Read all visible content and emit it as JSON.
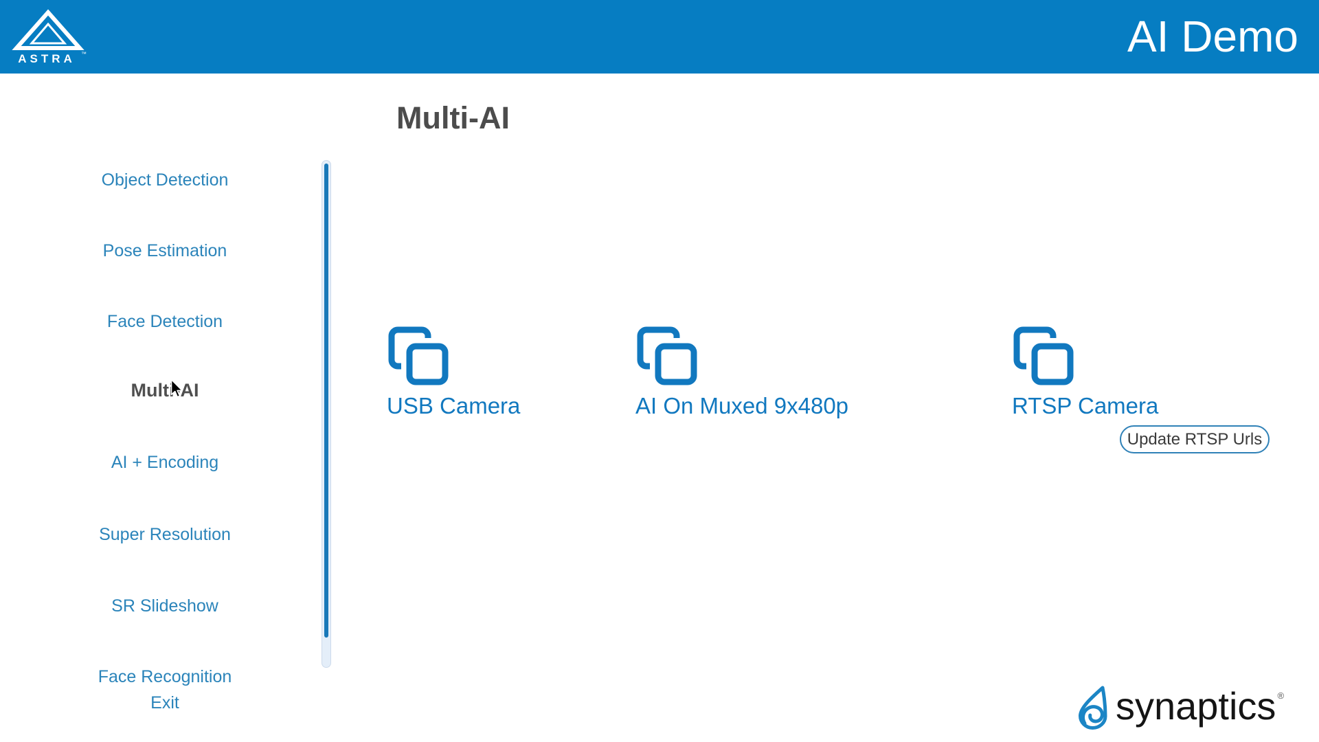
{
  "header": {
    "brand": "ASTRA",
    "brand_mark": "™",
    "title": "AI Demo"
  },
  "sidebar": {
    "items": [
      {
        "label": "Object Detection",
        "selected": false
      },
      {
        "label": "Pose Estimation",
        "selected": false
      },
      {
        "label": "Face Detection",
        "selected": false
      },
      {
        "label": "Multi-AI",
        "selected": true
      },
      {
        "label": "AI + Encoding",
        "selected": false
      },
      {
        "label": "Super Resolution",
        "selected": false
      },
      {
        "label": "SR Slideshow",
        "selected": false
      }
    ],
    "footer_items": [
      {
        "label": "Face Recognition"
      },
      {
        "label": "Exit"
      }
    ]
  },
  "main": {
    "title": "Multi-AI",
    "options": [
      {
        "label": "USB Camera"
      },
      {
        "label": "AI On Muxed 9x480p"
      },
      {
        "label": "RTSP Camera",
        "button_label": "Update RTSP Urls"
      }
    ]
  },
  "branding": {
    "logo_text": "synaptics",
    "reg_mark": "®"
  },
  "colors": {
    "header_bg": "#067dc2",
    "sidebar_link": "#2b84ba",
    "selected_item": "#4f4f4f",
    "icon_blue": "#1178bf",
    "button_border": "#2f81b7",
    "button_text": "#3b3b3b",
    "scroll_thumb": "#1878b8",
    "scroll_track": "#e4eef9",
    "synaptics_droplet": "#1b85c5"
  }
}
